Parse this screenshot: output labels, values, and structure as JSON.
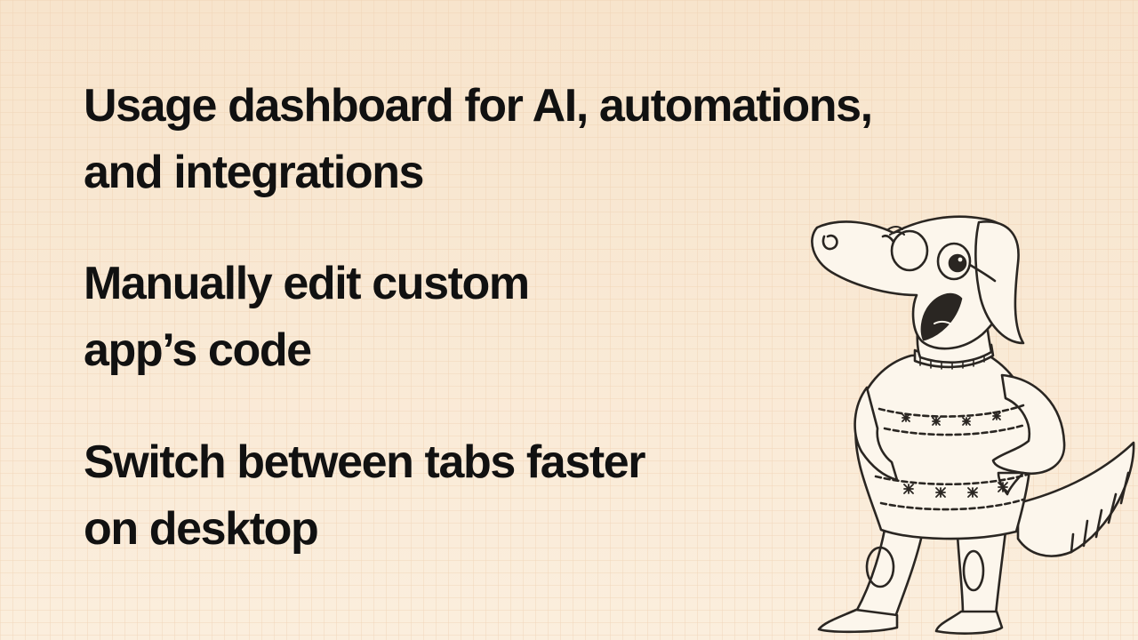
{
  "headlines": [
    "Usage dashboard for AI, automations,\nand integrations",
    "Manually edit custom\napp’s code",
    "Switch between tabs faster\non desktop"
  ],
  "colors": {
    "background": "#f8e7d2",
    "grid_line": "#f0cfae",
    "text": "#111111",
    "illustration_fill": "#fcf6ec",
    "illustration_stroke": "#2a2622"
  },
  "illustration": {
    "icon": "dog-mascot-icon",
    "description_visible": false
  }
}
